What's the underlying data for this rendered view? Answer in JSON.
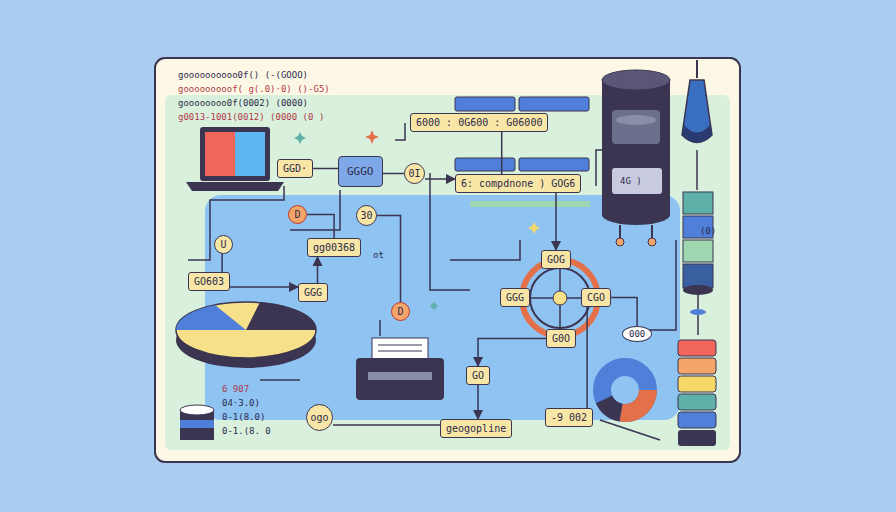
{
  "diagram": {
    "nodes": [
      {
        "text": [
          "6000 : 0G600 : G06000"
        ]
      },
      {
        "text": [
          "GGD·"
        ]
      },
      {
        "text": [
          "GGGO"
        ]
      },
      {
        "text": [
          "0I"
        ]
      },
      {
        "text": [
          "6: compdnone ) GOG6"
        ]
      },
      {
        "text": [
          "D"
        ]
      },
      {
        "text": [
          "30"
        ]
      },
      {
        "text": [
          "U"
        ]
      },
      {
        "text": [
          "gg00368"
        ]
      },
      {
        "text": [
          "GOG"
        ]
      },
      {
        "text": [
          "GO603"
        ]
      },
      {
        "text": [
          "GGG"
        ]
      },
      {
        "text": [
          "GGG"
        ]
      },
      {
        "text": [
          "CGO"
        ]
      },
      {
        "text": [
          "D"
        ]
      },
      {
        "text": [
          "G0O"
        ]
      },
      {
        "text": [
          "000"
        ]
      },
      {
        "text": [
          "GO"
        ]
      },
      {
        "text": [
          "ogo"
        ]
      },
      {
        "text": [
          "-9 002"
        ]
      },
      {
        "text": [
          "geogopline"
        ]
      }
    ],
    "edges": [
      {
        "from": 1,
        "to": 2,
        "arrow": "none"
      },
      {
        "from": 2,
        "to": 3,
        "arrow": "none"
      },
      {
        "from": 3,
        "to": 4,
        "arrow": "to"
      },
      {
        "from": 0,
        "to": 4,
        "arrow": "none"
      },
      {
        "from": 4,
        "to": 9,
        "arrow": "to"
      },
      {
        "from": 7,
        "to": 10,
        "arrow": "none"
      },
      {
        "from": 11,
        "to": 8,
        "arrow": "to"
      },
      {
        "from": 10,
        "to": 11,
        "arrow": "to"
      },
      {
        "from": 5,
        "to": 8,
        "arrow": "none"
      },
      {
        "from": 6,
        "to": 14,
        "arrow": "none"
      },
      {
        "from": 17,
        "to": 20,
        "arrow": "to"
      },
      {
        "from": 15,
        "to": 17,
        "arrow": "to"
      },
      {
        "from": 13,
        "to": 16,
        "arrow": "none"
      },
      {
        "from": 18,
        "to": 20,
        "arrow": "none"
      },
      {
        "from": 19,
        "to": 13,
        "arrow": "none"
      }
    ],
    "labels": [
      "goooooooooo0f() (-(GOOO)",
      "gooooooooof( g(.0)·0) ()-G5)",
      "goooooooo0f(0002) (0000)",
      "g0013-1001(0012) (0000 (0 )",
      "4G )",
      "(0)",
      "ot",
      "6  907",
      "04·3.0)",
      "0-1(8.0)",
      "0-1.(8. 0"
    ]
  }
}
